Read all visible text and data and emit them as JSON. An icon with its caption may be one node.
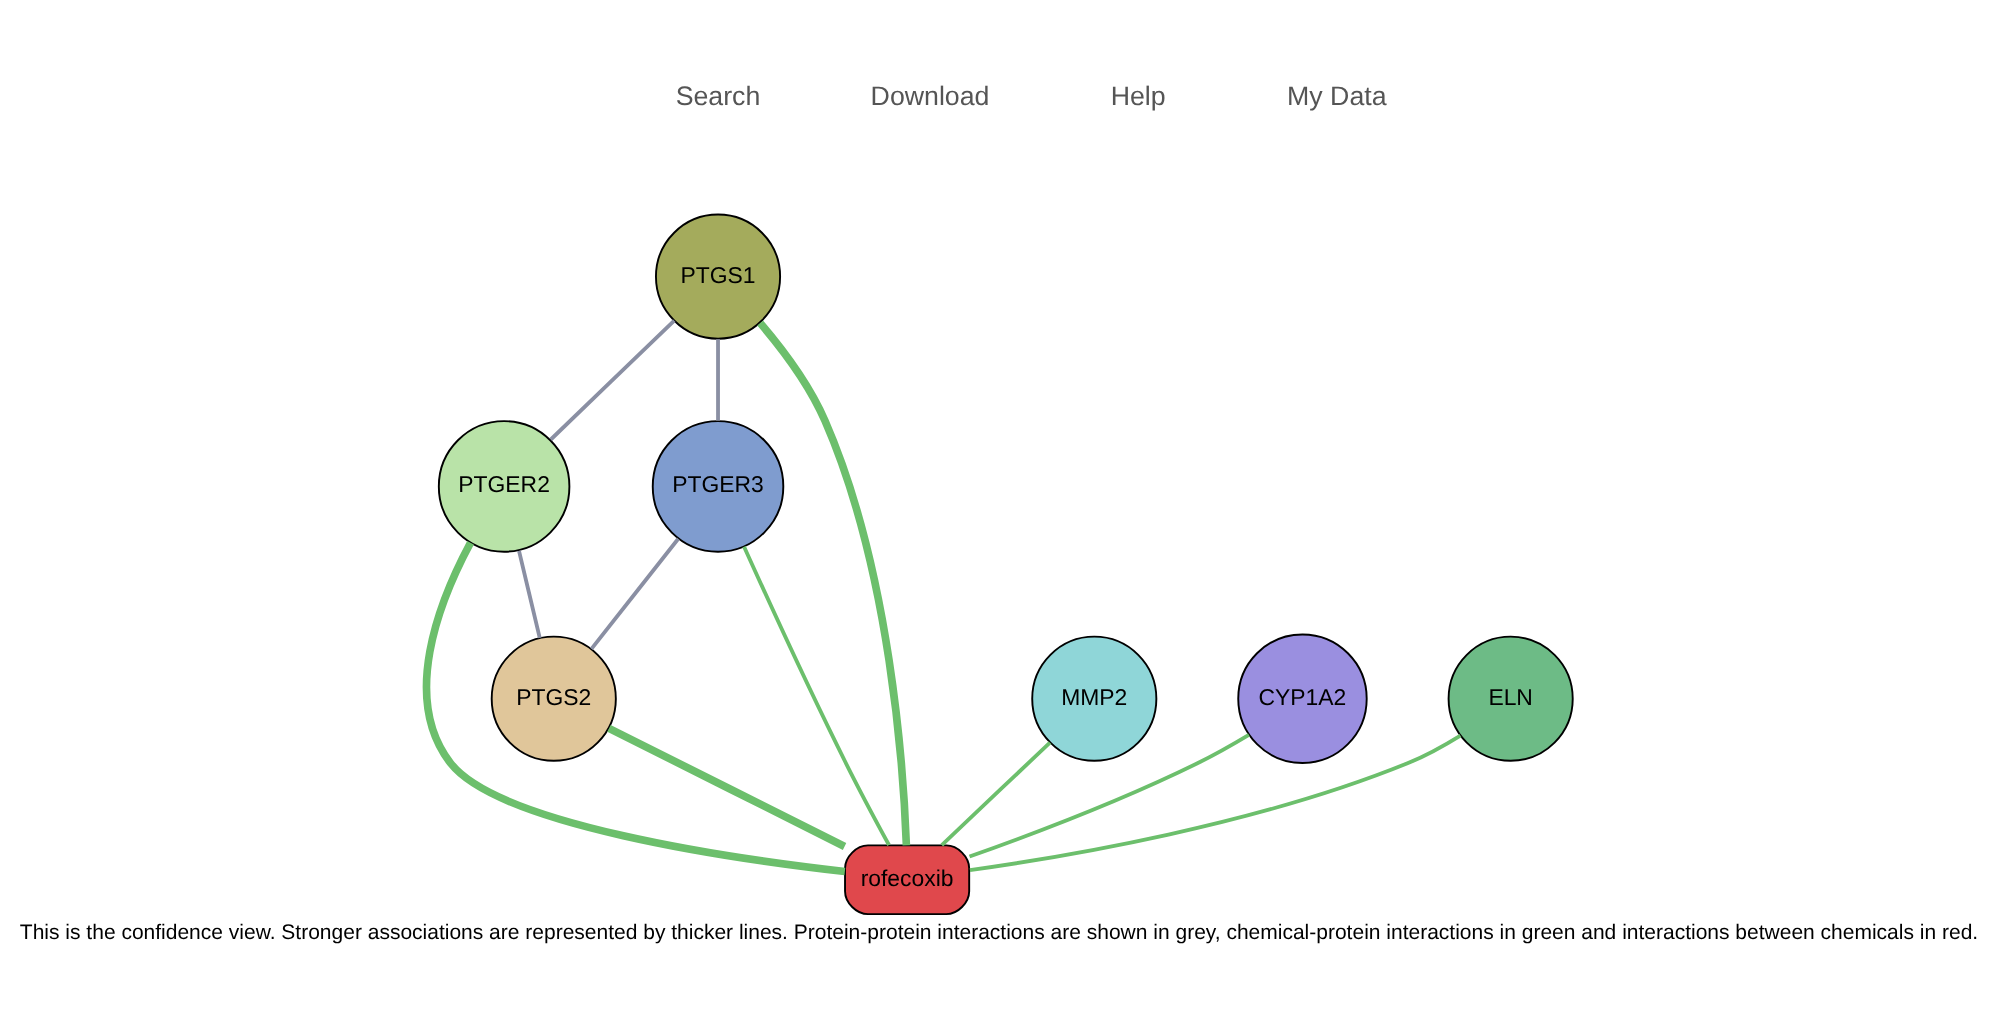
{
  "diagram": {
    "caption": "This is the confidence view. Stronger associations are represented by thicker lines. Protein-protein interactions are shown in grey, chemical-protein interactions in green and interactions between chemicals in red.",
    "nodes": [
      {
        "text": [
          "PTGS1"
        ]
      },
      {
        "text": [
          "PTGER2"
        ]
      },
      {
        "text": [
          "PTGS2"
        ]
      },
      {
        "text": [
          "PTGER3"
        ]
      },
      {
        "text": [
          "rofecoxib"
        ]
      },
      {
        "text": [
          "MMP2"
        ]
      },
      {
        "text": [
          "CYP1A2"
        ]
      },
      {
        "text": [
          "ELN"
        ]
      }
    ],
    "edges": [
      {
        "from": 0,
        "to": 1,
        "arrow": "none",
        "color": "#8a8fa3"
      },
      {
        "from": 0,
        "to": 3,
        "arrow": "none",
        "color": "#8a8fa3"
      },
      {
        "from": 1,
        "to": 2,
        "arrow": "none",
        "color": "#8a8fa3"
      },
      {
        "from": 3,
        "to": 2,
        "arrow": "none",
        "color": "#8a8fa3"
      },
      {
        "from": 0,
        "to": 4,
        "arrow": "none",
        "style": "thick"
      },
      {
        "from": 1,
        "to": 4,
        "arrow": "none",
        "style": "thick"
      },
      {
        "from": 2,
        "to": 4,
        "arrow": "none",
        "style": "thick"
      },
      {
        "from": 3,
        "to": 4,
        "arrow": "none"
      },
      {
        "from": 5,
        "to": 4,
        "arrow": "none"
      },
      {
        "from": 6,
        "to": 4,
        "arrow": "none"
      },
      {
        "from": 7,
        "to": 4,
        "arrow": "none"
      }
    ],
    "labels": [
      "Search",
      "Download",
      "Help",
      "My Data"
    ]
  }
}
